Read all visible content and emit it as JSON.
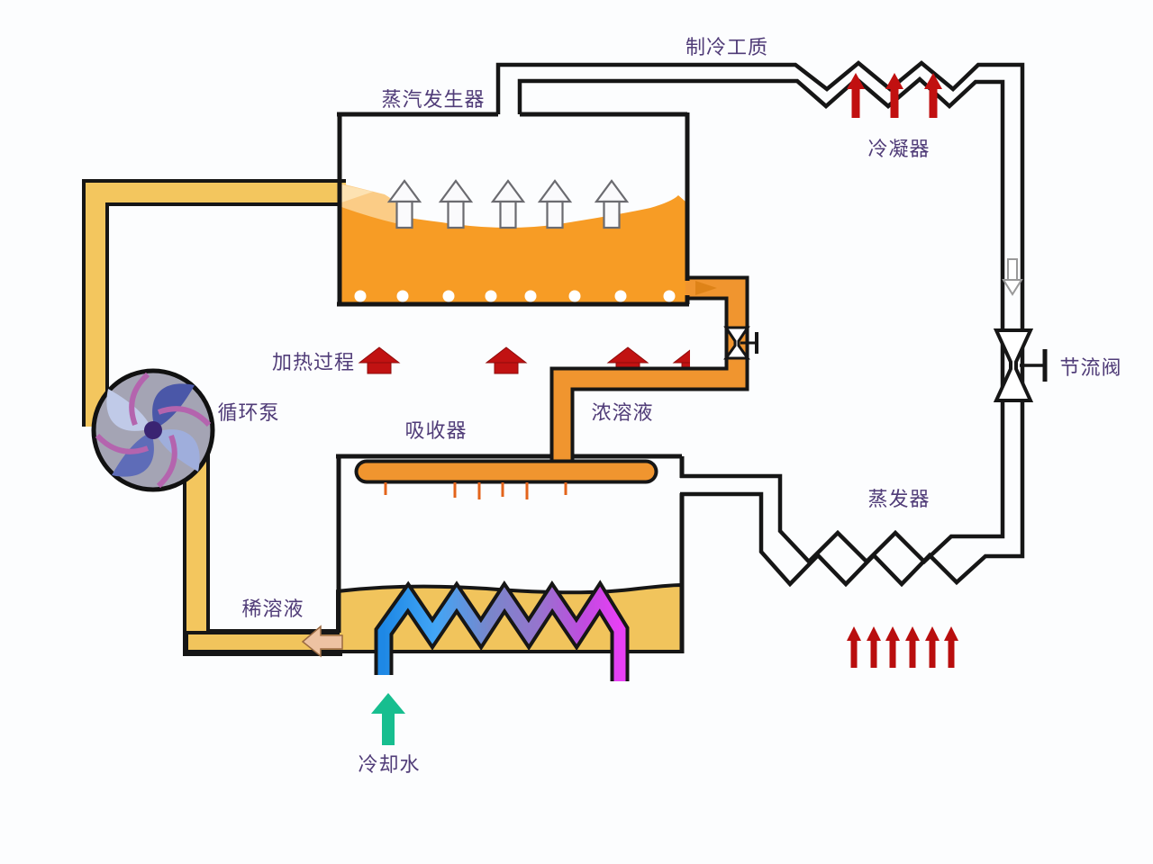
{
  "labels": {
    "refrigerant": "制冷工质",
    "generator": "蒸汽发生器",
    "condenser": "冷凝器",
    "heating_process": "加热过程",
    "circulation_pump": "循环泵",
    "absorber": "吸收器",
    "strong_solution": "浓溶液",
    "throttle_valve": "节流阀",
    "evaporator": "蒸发器",
    "weak_solution": "稀溶液",
    "cooling_water": "冷却水"
  },
  "colors": {
    "background": "#fcfdfe",
    "label_text": "#503C78",
    "outline_black": "#161616",
    "generator_liquid_orange": "#F79C25",
    "generator_inlet_stream": "#FBCC86",
    "weak_solution_pipe_yellow": "#F3C65E",
    "strong_solution_pipe_orange": "#F0952F",
    "heat_arrow_red": "#C11212",
    "small_arrow_red": "#B90E0E",
    "cooling_water_green": "#17BE8F",
    "coil_gradient": [
      "#1E88E5",
      "#42A5F5",
      "#7986CB",
      "#9575CD",
      "#C04BE0",
      "#E840F5"
    ],
    "pump_blades": [
      "#4A57A8",
      "#9FAEDC",
      "#5E6CB8",
      "#C0CAE8"
    ],
    "pump_swirl_magenta": "#B464AE",
    "flow_arrow_peach": "#EDC2A2"
  },
  "arrow_counts": {
    "generator_steam_arrows": 5,
    "heating_arrows": 4,
    "condenser_arrows": 3,
    "evaporator_arrows": 6
  }
}
